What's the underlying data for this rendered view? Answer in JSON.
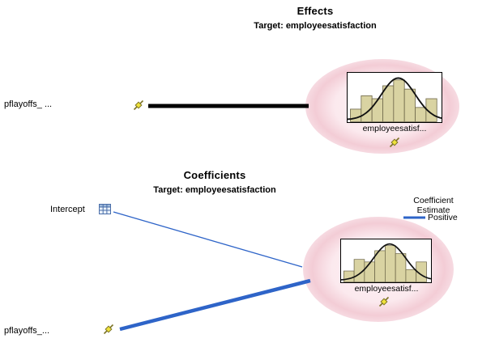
{
  "effects": {
    "title": "Effects",
    "subtitle": "Target: employeesatisfaction",
    "predictor_label": "pflayoffs_ ...",
    "target_label": "employeesatisf..."
  },
  "coefficients": {
    "title": "Coefficients",
    "subtitle": "Target: employeesatisfaction",
    "intercept_label": "Intercept",
    "predictor_label": "pflayoffs_...",
    "target_label": "employeesatisf...",
    "legend": {
      "title_line1": "Coefficient",
      "title_line2": "Estimate",
      "positive_label": "Positive"
    }
  },
  "chart_data": {
    "type": "bar",
    "description": "histogram thumbnail of target employeesatisfaction with normal curve overlay",
    "values": [
      0.3,
      0.62,
      0.55,
      0.86,
      1.0,
      0.78,
      0.34,
      0.55
    ],
    "overlay": "normal-curve"
  },
  "colors": {
    "effect_line": "#000000",
    "positive_coefficient": "#2e64c8",
    "halo": "#f2c8d2",
    "histogram_bar": "#d9d3a2",
    "histogram_bar_edge": "#6f684a",
    "curve": "#111111"
  }
}
